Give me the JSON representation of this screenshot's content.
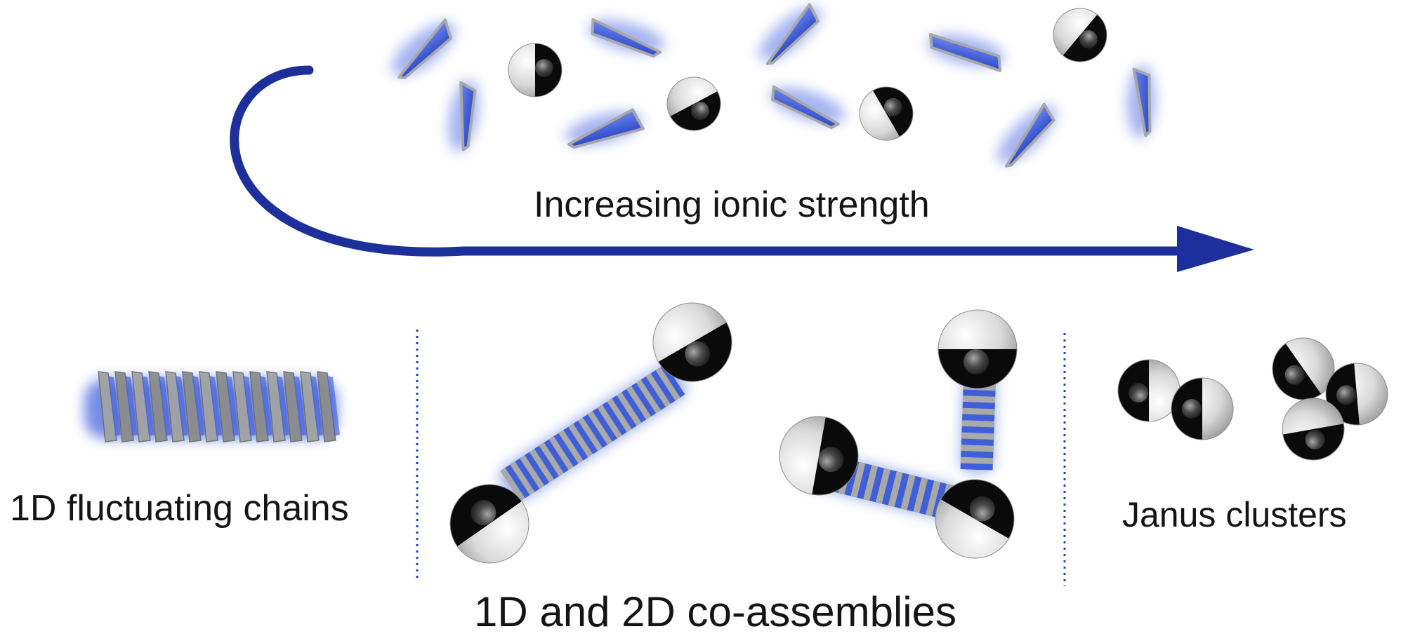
{
  "labels": {
    "arrow": "Increasing ionic strength",
    "left_panel": "1D fluctuating chains",
    "middle_panel": "1D and 2D co-assemblies",
    "right_panel": "Janus clusters"
  },
  "colors": {
    "arrow": "#1c2f9a",
    "plate_blue": "#3f5fd8",
    "plate_grey": "#9a9a9a",
    "janus_dark": "#0a0a0a",
    "janus_light": "#d7d7d7",
    "divider": "#2840b0"
  }
}
